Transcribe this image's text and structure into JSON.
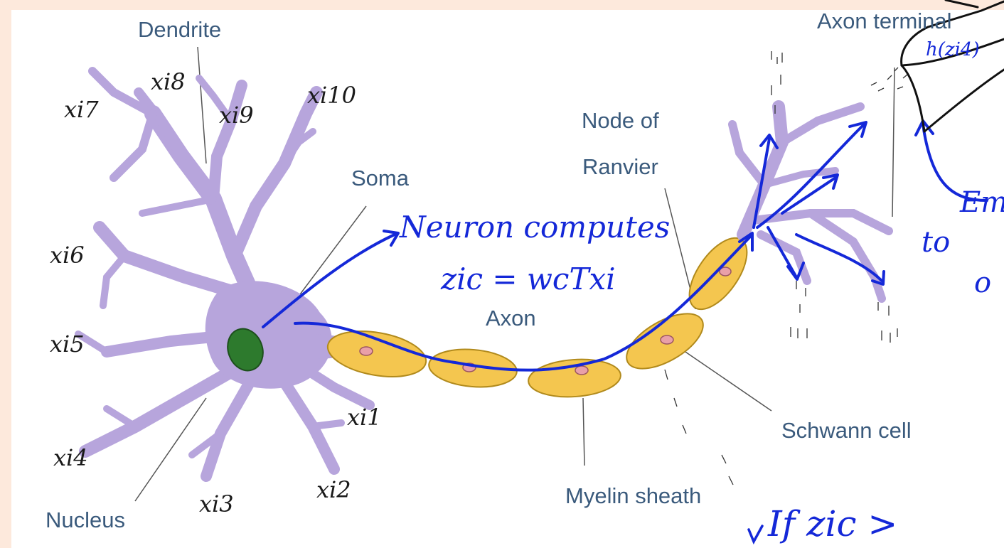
{
  "labels": {
    "dendrite": "Dendrite",
    "soma": "Soma",
    "nucleus": "Nucleus",
    "axon": "Axon",
    "node_of": "Node of",
    "ranvier": "Ranvier",
    "axon_terminal": "Axon terminal",
    "schwann_cell": "Schwann cell",
    "myelin_sheath": "Myelin sheath"
  },
  "annotations": {
    "inputs": [
      "xi1",
      "xi2",
      "xi3",
      "xi4",
      "xi5",
      "xi6",
      "xi7",
      "xi8",
      "xi9",
      "xi10"
    ],
    "neuron_computes": "Neuron computes",
    "formula": "zic = wcTxi",
    "output_label": "h(zi4)",
    "emit_1": "Emi",
    "emit_2": "to",
    "emit_3": "o",
    "if_text": "If   zic >"
  },
  "colors": {
    "neuron_body": "#b7a5dc",
    "neuron_outline": "#7a63b4",
    "myelin": "#f4c64f",
    "myelin_outline": "#b18a1c",
    "nucleus": "#2d7a2d",
    "label_text": "#3a5a7c",
    "ink_blue": "#1428d8",
    "page_bg": "#fde9dc"
  }
}
